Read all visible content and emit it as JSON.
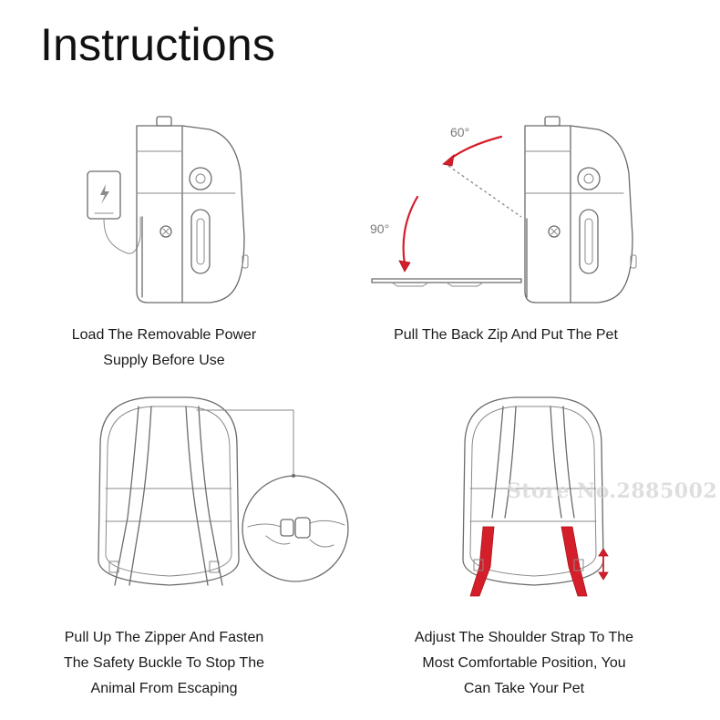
{
  "page": {
    "title": "Instructions"
  },
  "steps": [
    {
      "lines": [
        "Load The Removable Power",
        "Supply Before Use"
      ]
    },
    {
      "lines": [
        "Pull The Back Zip And Put The Pet"
      ]
    },
    {
      "lines": [
        "Pull Up The Zipper And Fasten",
        "The Safety Buckle To Stop The",
        "Animal From Escaping"
      ]
    },
    {
      "lines": [
        "Adjust The Shoulder Strap To The",
        "Most Comfortable Position, You",
        "Can Take Your Pet"
      ]
    }
  ],
  "angles": {
    "upper": "60°",
    "lower": "90°"
  },
  "watermark": "Store No.2885002",
  "colors": {
    "accent": "#d41f2b",
    "line": "#6b6b6b"
  },
  "icons": [
    "power-bank-icon",
    "lightning-icon",
    "fan-vent-icon",
    "close-circle-icon",
    "rotate-arrow-icon",
    "buckle-icon",
    "double-arrow-icon"
  ]
}
